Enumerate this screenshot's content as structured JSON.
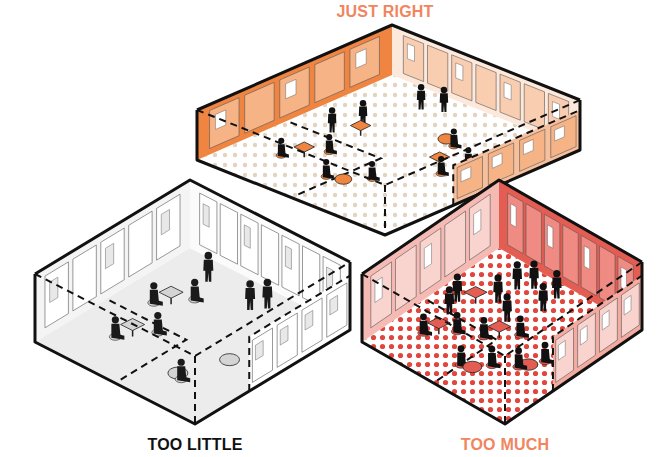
{
  "diagram": {
    "nodes": [
      {
        "text": [
          "JUST RIGHT"
        ]
      },
      {
        "text": [
          "TOO LITTLE"
        ]
      },
      {
        "text": [
          "TOO MUCH"
        ]
      }
    ]
  }
}
